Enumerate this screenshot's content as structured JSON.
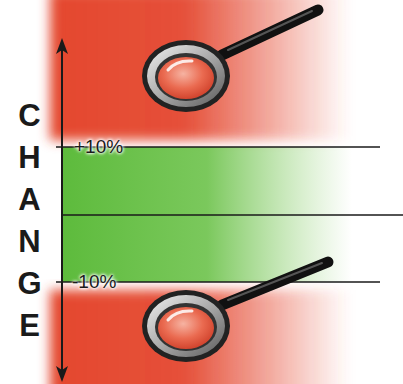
{
  "diagram": {
    "labels": [
      "CHANGE",
      "+10%",
      "-10%"
    ]
  }
}
